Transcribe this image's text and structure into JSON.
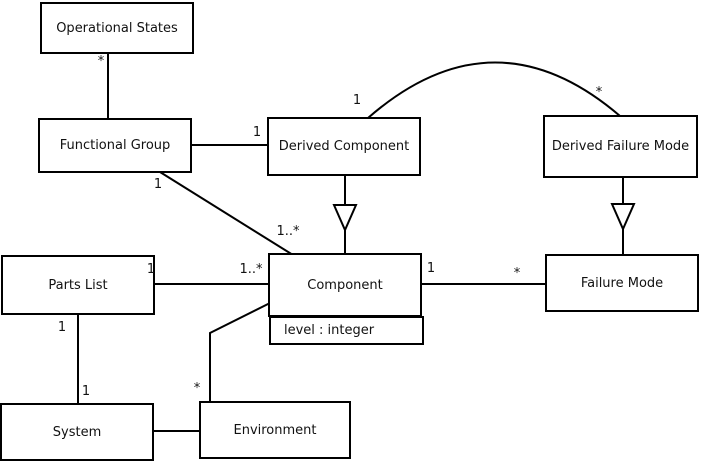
{
  "diagram": {
    "type": "uml-class-diagram",
    "classes": {
      "operational_states": {
        "name": "Operational States"
      },
      "functional_group": {
        "name": "Functional Group"
      },
      "derived_component": {
        "name": "Derived Component"
      },
      "derived_failure_mode": {
        "name": "Derived Failure Mode"
      },
      "parts_list": {
        "name": "Parts List"
      },
      "component": {
        "name": "Component",
        "attributes": "level : integer"
      },
      "failure_mode": {
        "name": "Failure Mode"
      },
      "system": {
        "name": "System"
      },
      "environment": {
        "name": "Environment"
      }
    },
    "relationships": [
      {
        "from": "operational_states",
        "to": "functional_group",
        "type": "association",
        "mult_from": "*"
      },
      {
        "from": "functional_group",
        "to": "derived_component",
        "type": "association",
        "mult_to": "1"
      },
      {
        "from": "derived_component",
        "to": "derived_failure_mode",
        "type": "association",
        "mult_from": "1",
        "mult_to": "*"
      },
      {
        "from": "functional_group",
        "to": "component",
        "type": "association",
        "mult_from": "1",
        "mult_to": "1..*"
      },
      {
        "from": "parts_list",
        "to": "component",
        "type": "association",
        "mult_from": "1",
        "mult_to": "1..*"
      },
      {
        "from": "component",
        "to": "failure_mode",
        "type": "association",
        "mult_from": "1",
        "mult_to": "*"
      },
      {
        "from": "parts_list",
        "to": "system",
        "type": "association",
        "mult_from": "1",
        "mult_to": "1"
      },
      {
        "from": "system",
        "to": "environment",
        "type": "association"
      },
      {
        "from": "environment",
        "to": "component",
        "type": "association",
        "mult_from": "*"
      },
      {
        "from": "derived_component",
        "to": "component",
        "type": "generalization"
      },
      {
        "from": "derived_failure_mode",
        "to": "failure_mode",
        "type": "generalization"
      }
    ],
    "colors": {
      "line": "#000000",
      "box_fill": "#ffffff",
      "text": "#111111",
      "background": "#ffffff"
    }
  }
}
